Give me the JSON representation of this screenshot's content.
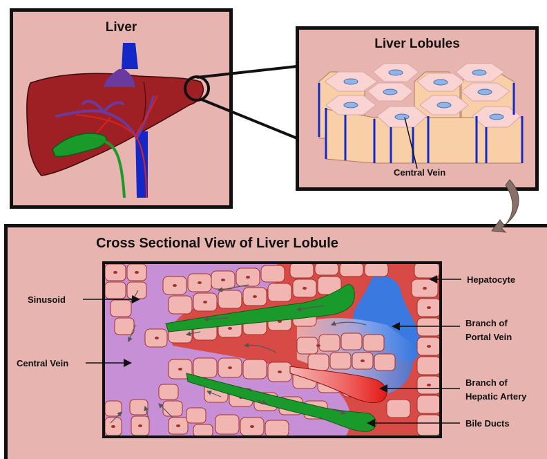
{
  "panels": {
    "liver": {
      "title": "Liver"
    },
    "lobules": {
      "title": "Liver Lobules",
      "central_vein_label": "Central Vein"
    },
    "cross_section": {
      "title": "Cross Sectional View of Liver Lobule"
    }
  },
  "labels": {
    "sinusoid": "Sinusoid",
    "central_vein": "Central Vein",
    "hepatocyte": "Hepatocyte",
    "portal_vein_line1": "Branch of",
    "portal_vein_line2": "Portal Vein",
    "hepatic_artery_line1": "Branch of",
    "hepatic_artery_line2": "Hepatic Artery",
    "bile_ducts": "Bile Ducts"
  },
  "colors": {
    "panel_bg": "#e8b4b0",
    "liver": "#9e1f24",
    "vein_blue": "#1428c8",
    "artery_red": "#d8241c",
    "bile_green": "#1a9a2a",
    "portal_purple": "#6a3aa0",
    "sinusoid_purple": "#c78fd6",
    "hepatocyte": "#f2b6b2",
    "lobule_face": "#f8cfa6",
    "lobule_top": "#f9d4d2",
    "arrow_brown": "#8a6f69"
  }
}
